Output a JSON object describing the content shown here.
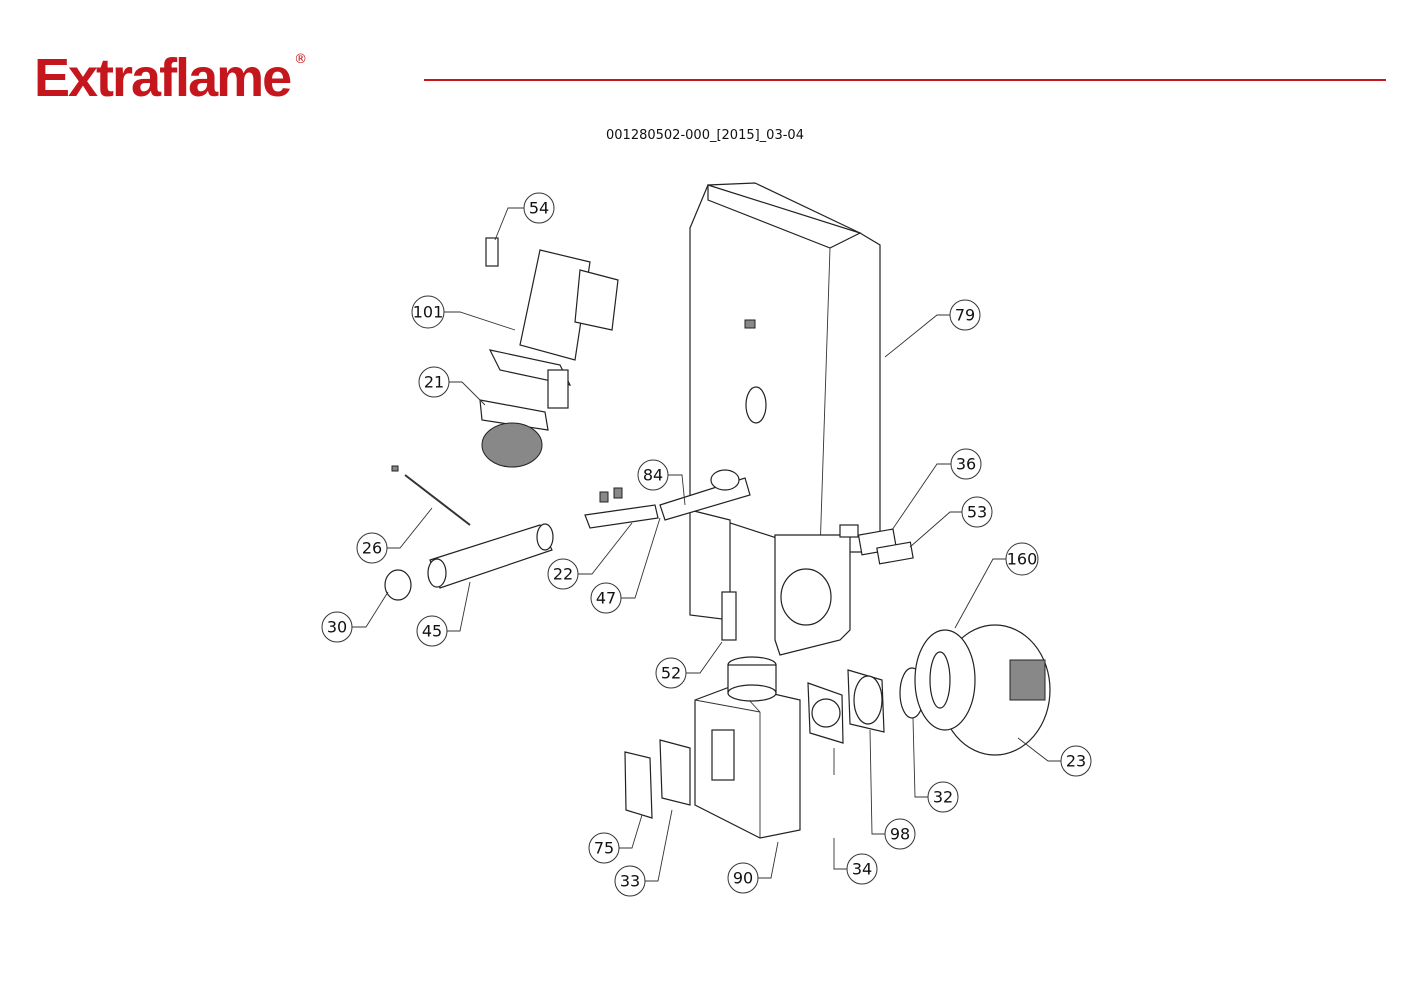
{
  "header": {
    "brand": "Extraflame",
    "registered_mark": "®",
    "brand_color": "#c4161c",
    "document_code": "001280502-000_[2015]_03-04"
  },
  "callouts": [
    "54",
    "101",
    "21",
    "26",
    "30",
    "45",
    "22",
    "47",
    "84",
    "79",
    "36",
    "53",
    "160",
    "52",
    "23",
    "32",
    "98",
    "34",
    "75",
    "33",
    "90"
  ]
}
